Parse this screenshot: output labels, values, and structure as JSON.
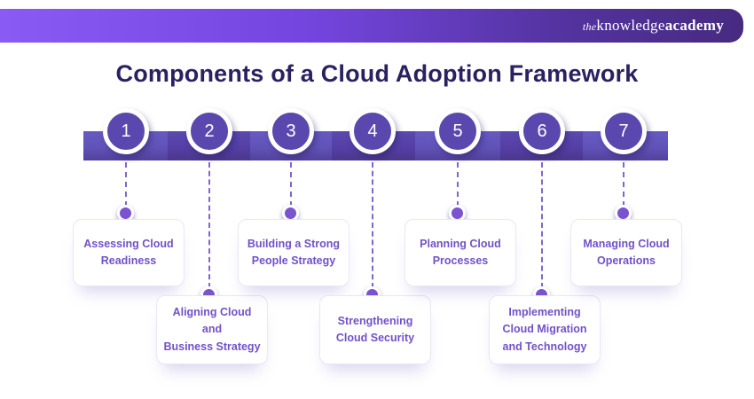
{
  "title": "Components of a Cloud Adoption Framework",
  "header": {
    "logo": {
      "the": "the",
      "knowledge": "knowledge",
      "academy": "academy"
    }
  },
  "colors": {
    "band_gradient_start": "#8A5AF5",
    "band_gradient_end": "#472A80",
    "title_text": "#2B2161",
    "bar_segment_light": "#6053B8",
    "bar_segment_dark": "#553FA6",
    "circle_fill": "#5A48AE",
    "connector": "#8066D1",
    "dot_fill": "#7A53D0",
    "card_text": "#7251C9"
  },
  "timeline": {
    "steps": [
      {
        "number": "1",
        "label": "Assessing Cloud Readiness",
        "lines": [
          "Assessing Cloud",
          "Readiness"
        ],
        "position": "top"
      },
      {
        "number": "2",
        "label": "Aligning Cloud and Business Strategy",
        "lines": [
          "Aligning Cloud and",
          "Business Strategy"
        ],
        "position": "bottom"
      },
      {
        "number": "3",
        "label": "Building a Strong People Strategy",
        "lines": [
          "Building a Strong",
          "People Strategy"
        ],
        "position": "top"
      },
      {
        "number": "4",
        "label": "Strengthening Cloud Security",
        "lines": [
          "Strengthening",
          "Cloud Security"
        ],
        "position": "bottom"
      },
      {
        "number": "5",
        "label": "Planning Cloud Processes",
        "lines": [
          "Planning Cloud",
          "Processes"
        ],
        "position": "top"
      },
      {
        "number": "6",
        "label": "Implementing Cloud Migration and Technology",
        "lines": [
          "Implementing",
          "Cloud Migration",
          "and Technology"
        ],
        "position": "bottom"
      },
      {
        "number": "7",
        "label": "Managing Cloud Operations",
        "lines": [
          "Managing Cloud",
          "Operations"
        ],
        "position": "top"
      }
    ]
  }
}
